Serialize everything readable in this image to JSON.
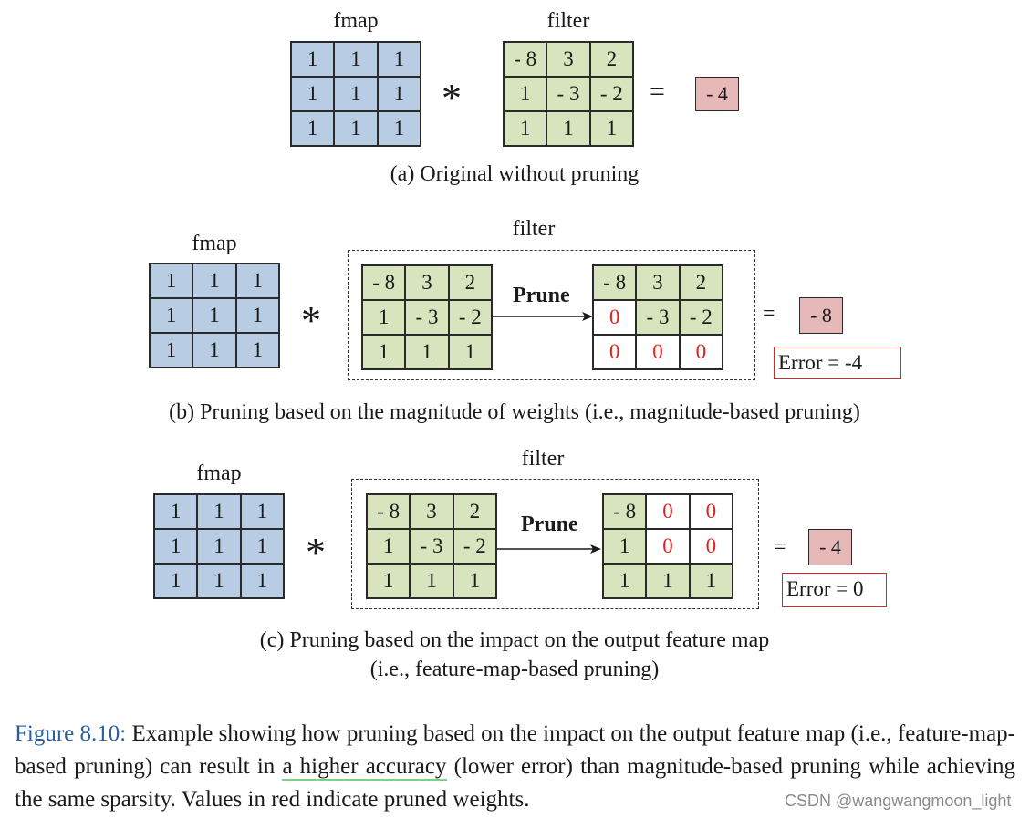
{
  "panel_a": {
    "fmap_label": "fmap",
    "filter_label": "filter",
    "fmap": [
      [
        "1",
        "1",
        "1"
      ],
      [
        "1",
        "1",
        "1"
      ],
      [
        "1",
        "1",
        "1"
      ]
    ],
    "filter": [
      [
        "- 8",
        "3",
        "2"
      ],
      [
        "1",
        "- 3",
        "- 2"
      ],
      [
        "1",
        "1",
        "1"
      ]
    ],
    "conv_op": "*",
    "equals": "=",
    "result": "- 4",
    "caption": "(a) Original without pruning"
  },
  "panel_b": {
    "fmap_label": "fmap",
    "filter_label": "filter",
    "fmap": [
      [
        "1",
        "1",
        "1"
      ],
      [
        "1",
        "1",
        "1"
      ],
      [
        "1",
        "1",
        "1"
      ]
    ],
    "filter_before": [
      [
        "- 8",
        "3",
        "2"
      ],
      [
        "1",
        "- 3",
        "- 2"
      ],
      [
        "1",
        "1",
        "1"
      ]
    ],
    "prune_label": "Prune",
    "filter_after": [
      [
        "- 8",
        "3",
        "2"
      ],
      [
        "0",
        "- 3",
        "- 2"
      ],
      [
        "0",
        "0",
        "0"
      ]
    ],
    "conv_op": "*",
    "equals": "=",
    "result": "- 8",
    "error": "Error = -4",
    "caption": "(b) Pruning based on the magnitude of weights (i.e., magnitude-based pruning)"
  },
  "panel_c": {
    "fmap_label": "fmap",
    "filter_label": "filter",
    "fmap": [
      [
        "1",
        "1",
        "1"
      ],
      [
        "1",
        "1",
        "1"
      ],
      [
        "1",
        "1",
        "1"
      ]
    ],
    "filter_before": [
      [
        "- 8",
        "3",
        "2"
      ],
      [
        "1",
        "- 3",
        "- 2"
      ],
      [
        "1",
        "1",
        "1"
      ]
    ],
    "prune_label": "Prune",
    "filter_after": [
      [
        "- 8",
        "0",
        "0"
      ],
      [
        "1",
        "0",
        "0"
      ],
      [
        "1",
        "1",
        "1"
      ]
    ],
    "conv_op": "*",
    "equals": "=",
    "result": "- 4",
    "error": "Error = 0",
    "caption_line1": "(c) Pruning based on the impact on the output feature map",
    "caption_line2": "(i.e., feature-map-based pruning)"
  },
  "figure_caption": {
    "number": "Figure 8.10:",
    "text_1": " Example showing how pruning based on the impact on the output feature map (i.e., feature-map-based pruning) can result in ",
    "highlight": "a higher accuracy",
    "text_2": " (lower error) than magnitude-based pruning while achieving the same sparsity. Values in red indicate pruned weights."
  },
  "watermark": "CSDN @wangwangmoon_light",
  "colors": {
    "fmap_fill": "#b8cce4",
    "filter_fill": "#d7e4bd",
    "result_fill": "#e6b9b8",
    "pruned_text": "#e0201c",
    "error_border": "#d9262a",
    "figure_number": "#2c5d9e",
    "highlight_underline": "#7fd07f"
  }
}
